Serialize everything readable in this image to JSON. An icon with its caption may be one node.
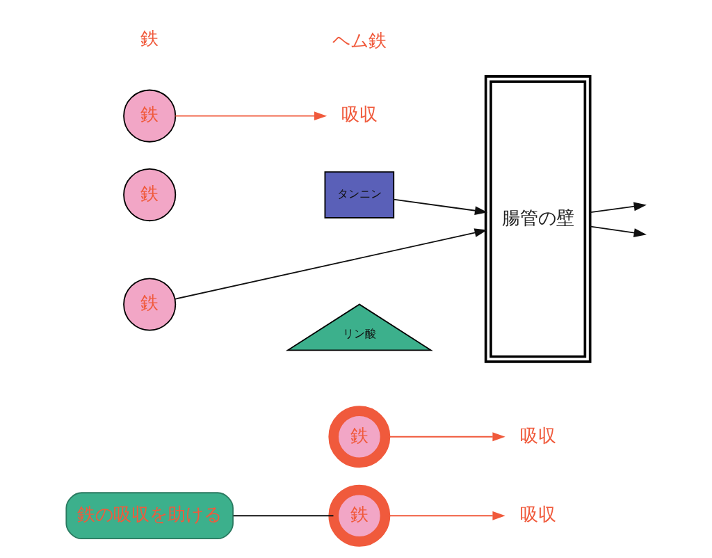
{
  "diagram": {
    "nodes": [
      {
        "text": [
          "鉄の吸収を助ける"
        ]
      },
      {
        "text": [
          "鉄"
        ]
      },
      {
        "text": [
          "鉄"
        ]
      },
      {
        "text": [
          "腸管の壁"
        ]
      },
      {
        "text": [
          "吸収"
        ]
      },
      {
        "text": [
          "吸収"
        ]
      },
      {
        "text": [
          "鉄"
        ]
      },
      {
        "text": [
          "タンニン"
        ]
      },
      {
        "text": [
          "鉄"
        ]
      },
      {
        "text": [
          "吸収"
        ]
      },
      {
        "text": [
          "鉄"
        ]
      },
      {
        "text": [
          "リン酸"
        ]
      }
    ],
    "edges": [
      {
        "from": 0,
        "to": 1,
        "arrow": "none"
      },
      {
        "from": 1,
        "to": 4,
        "arrow": "to",
        "color": "#f05a3c"
      },
      {
        "from": 2,
        "to": 5,
        "arrow": "to",
        "color": "#f05a3c"
      },
      {
        "from": 7,
        "to": 3,
        "arrow": "to"
      },
      {
        "from": 3,
        "to": null,
        "arrow": "to"
      },
      {
        "from": 8,
        "to": 9,
        "arrow": "to",
        "color": "#f05a3c"
      },
      {
        "from": 10,
        "to": 3,
        "arrow": "to"
      },
      {
        "from": 3,
        "to": null,
        "arrow": "to"
      }
    ],
    "labels": [
      "ヘム鉄",
      "鉄"
    ]
  }
}
